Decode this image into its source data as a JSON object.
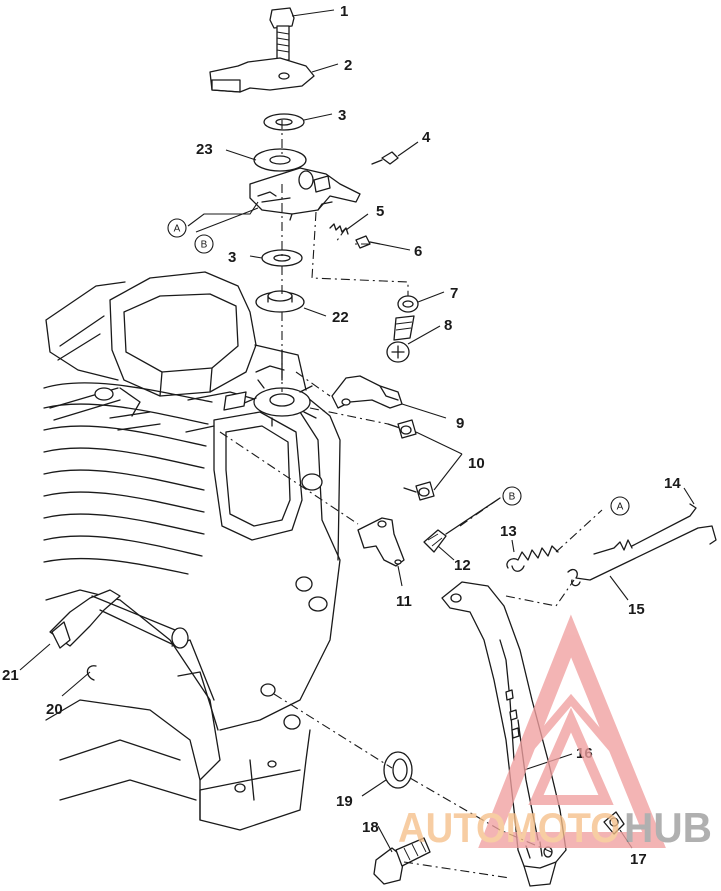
{
  "diagram": {
    "callouts": [
      {
        "id": "1",
        "label": "1"
      },
      {
        "id": "2",
        "label": "2"
      },
      {
        "id": "3a",
        "label": "3"
      },
      {
        "id": "23",
        "label": "23"
      },
      {
        "id": "4",
        "label": "4"
      },
      {
        "id": "5",
        "label": "5"
      },
      {
        "id": "6",
        "label": "6"
      },
      {
        "id": "3b",
        "label": "3"
      },
      {
        "id": "7",
        "label": "7"
      },
      {
        "id": "22",
        "label": "22"
      },
      {
        "id": "8",
        "label": "8"
      },
      {
        "id": "9",
        "label": "9"
      },
      {
        "id": "10",
        "label": "10"
      },
      {
        "id": "11",
        "label": "11"
      },
      {
        "id": "12",
        "label": "12"
      },
      {
        "id": "13",
        "label": "13"
      },
      {
        "id": "14",
        "label": "14"
      },
      {
        "id": "15",
        "label": "15"
      },
      {
        "id": "16",
        "label": "16"
      },
      {
        "id": "17",
        "label": "17"
      },
      {
        "id": "18",
        "label": "18"
      },
      {
        "id": "19",
        "label": "19"
      },
      {
        "id": "20",
        "label": "20"
      },
      {
        "id": "21",
        "label": "21"
      }
    ],
    "reference_markers": [
      {
        "id": "A-left",
        "label": "A"
      },
      {
        "id": "B-left",
        "label": "B"
      },
      {
        "id": "B-right",
        "label": "B"
      },
      {
        "id": "A-right",
        "label": "A"
      }
    ]
  },
  "watermark": {
    "text_part1": "AUTOMOTO",
    "text_part2": "HUB",
    "color_primary": "#f0a0a0",
    "color_secondary": "#f6c08a"
  }
}
